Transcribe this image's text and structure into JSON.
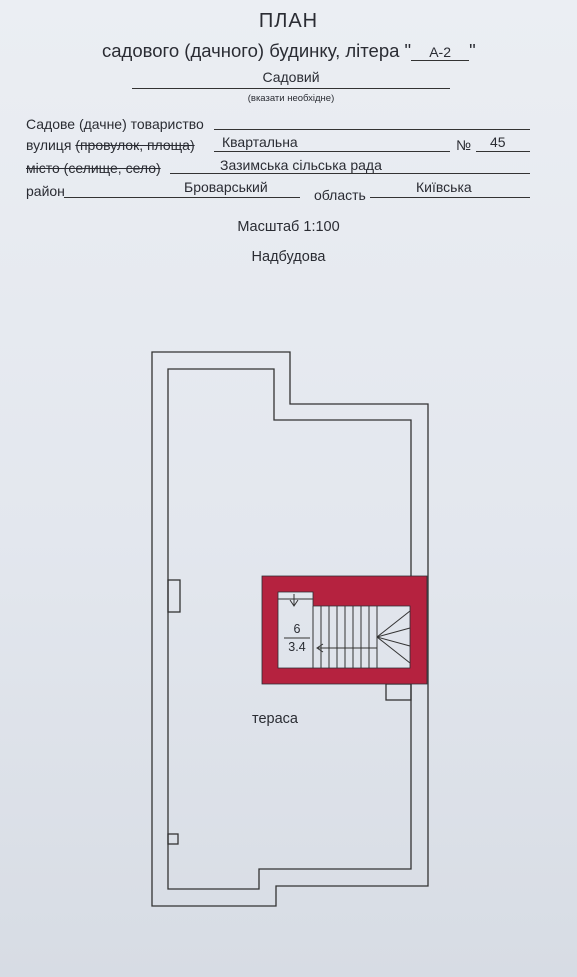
{
  "header": {
    "title": "ПЛАН",
    "subtitle_prefix": "садового (дачного) будинку, літера \"",
    "litera_value": "А-2",
    "subtitle_suffix": "\"",
    "type_value": "Садовий",
    "type_hint": "(вказати необхідне)"
  },
  "fields": {
    "society_label": "Садове (дачне) товариство",
    "society_value": "",
    "street_label_plain": "вулиця",
    "street_label_struck": "(провулок, площа)",
    "street_value": "Квартальна",
    "number_label": "№",
    "number_value": "45",
    "city_label_struck": "місто (селище, село)",
    "city_value": "Зазимська сільська рада",
    "district_label": "район",
    "district_value": "Броварський",
    "region_label": "область",
    "region_value": "Київська"
  },
  "scale": "Масштаб  1:100",
  "floor": "Надбудова",
  "plan": {
    "room_label": "тераса",
    "stair_number": "6",
    "stair_area": "3.4",
    "wall_color": "#b5223f"
  }
}
